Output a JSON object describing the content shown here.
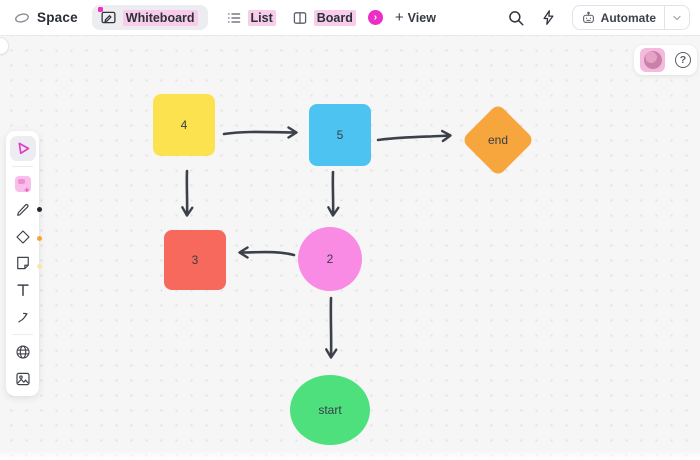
{
  "header": {
    "space_label": "Space",
    "tabs": [
      {
        "label": "Whiteboard",
        "active": true
      },
      {
        "label": "List",
        "active": false
      },
      {
        "label": "Board",
        "active": false
      }
    ],
    "tabs_overflow_glyph": "›",
    "add_view": {
      "plus": "+",
      "label": "View"
    },
    "automate_label": "Automate"
  },
  "toolbar": {
    "tools": [
      "select",
      "templates",
      "pen",
      "shape",
      "card",
      "text",
      "connector",
      "embed",
      "image"
    ],
    "selected_tool": "select",
    "color_dots": [
      "#23272f",
      "#f5a33b",
      "#f8e7aa"
    ]
  },
  "canvas": {
    "help_glyph": "?",
    "nodes": [
      {
        "id": "n4",
        "label": "4",
        "shape": "square",
        "color": "#fce24e"
      },
      {
        "id": "n5",
        "label": "5",
        "shape": "square",
        "color": "#4dc3f2"
      },
      {
        "id": "end",
        "label": "end",
        "shape": "diamond",
        "color": "#f7a53d"
      },
      {
        "id": "n3",
        "label": "3",
        "shape": "square",
        "color": "#f8695d"
      },
      {
        "id": "n2",
        "label": "2",
        "shape": "circle",
        "color": "#f98be5"
      },
      {
        "id": "start",
        "label": "start",
        "shape": "ellipse",
        "color": "#4fe07e"
      }
    ],
    "edges": [
      {
        "from": "n4",
        "to": "n5"
      },
      {
        "from": "n5",
        "to": "end"
      },
      {
        "from": "n4",
        "to": "n3"
      },
      {
        "from": "n5",
        "to": "n2"
      },
      {
        "from": "n2",
        "to": "n3"
      },
      {
        "from": "n2",
        "to": "start"
      }
    ],
    "edge_color": "#3c4149"
  },
  "colors": {
    "accent_pink": "#ec2ec6",
    "tab_highlight": "#f8cdea",
    "canvas_bg": "#f6f6f7"
  }
}
